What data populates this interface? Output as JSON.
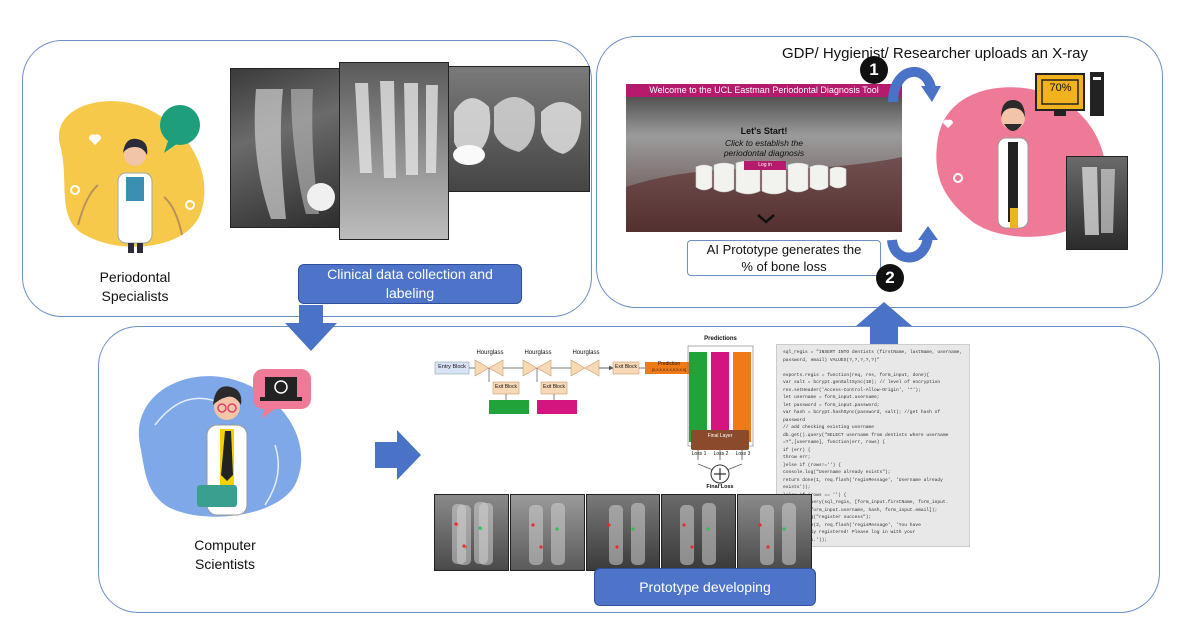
{
  "top_left": {
    "specialists_label": "Periodontal\nSpecialists",
    "step_box": "Clinical data collection and\nlabeling"
  },
  "top_right": {
    "header": "GDP/ Hygienist/ Researcher uploads an X-ray",
    "tool_banner": "Welcome to the UCL Eastman Periodontal Diagnosis Tool",
    "lets_start": "Let's Start!",
    "click_text": "Click to establish the\nperiodontal diagnosis",
    "login_button": "Log in",
    "ai_box": "AI Prototype generates the\n% of bone loss",
    "monitor_value": "70%",
    "step1": "1",
    "step2": "2"
  },
  "bottom": {
    "scientists_label": "Computer\nScientists",
    "step_box": "Prototype developing",
    "network": {
      "entry": "Entry Block",
      "hourglass": [
        "Hourglass",
        "Hourglass",
        "Hourglass"
      ],
      "exit": [
        "Exit Block",
        "Exit Block",
        "Exit Block"
      ],
      "prediction": "Prediction",
      "prediction_vec": "[X,X,X,X,X,X,X,X,X,X]",
      "predictions_title": "Predictions",
      "final_layer": "Final Layer",
      "losses": [
        "Loss 1",
        "Loss 2",
        "Loss 3"
      ],
      "final_loss": "Final Loss"
    },
    "code_lines": [
      "sql_regis = \"INSERT INTO dentists (firstName, lastName, username,",
      "    password, email) VALUES(?,?,?,?,?)\"",
      "",
      "exports.regis = function(req, res, form_input, done){",
      "  var salt = bcrypt.genSaltSync(10); // level of encryption",
      "  res.setHeader('Access-Control-Allow-Origin', '*');",
      "  let username = form_input.username;",
      "  let password = form_input.password;",
      "  var hash = bcrypt.hashSync(password, salt); //get hash of",
      "    password",
      "  // add checking existing username",
      "  db.get().query(\"SELECT username from dentists where username",
      "    =?\",[username], function(err, rows) {",
      "    if (err) {",
      "      throw err;",
      "    }else if (rows!='') {",
      "      console.log(\"Username already exists\");",
      "      return done(1, req.flash('regisMessage', 'Username already",
      "        exists'));",
      "    }else if (rows == '') {",
      "      db.get().query(sql_regis, [form_input.firstName, form_input.",
      "      lastName, form_input.username, hash, form_input.email]);",
      "      console.log(\"register success\");",
      "      return done(2, req.flash('regisMessage', 'You have",
      "      successfully registered! Please log in with your",
      "      credentials.'));"
    ]
  },
  "colors": {
    "panel_border": "#6f8fc8",
    "arrow_blue": "#4a72c6",
    "step_box_blue": "#4d74c9",
    "banner_magenta": "#b51a6c",
    "green": "#22a33a",
    "magenta": "#d4157f",
    "orange": "#f07a16",
    "brown": "#8b4a2b",
    "yellow_blob": "#f6c94a",
    "pink_blob": "#ef7a98",
    "blue_blob": "#7fa8e8"
  }
}
